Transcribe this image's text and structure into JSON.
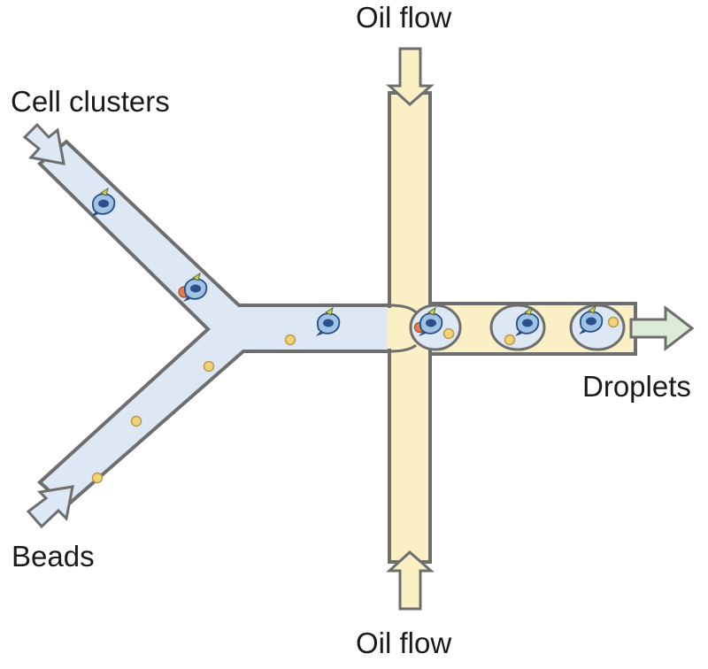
{
  "diagram": {
    "labels": {
      "oil_flow_top": "Oil flow",
      "cell_clusters": "Cell clusters",
      "droplets": "Droplets",
      "beads": "Beads",
      "oil_flow_bottom": "Oil flow"
    },
    "colors": {
      "aqueous_channel": "#dde8f4",
      "oil_channel": "#fbefc6",
      "channel_outline": "#6e6e6e",
      "output_arrow": "#dcecd6",
      "bead": "#f3d27a",
      "cell_body": "#9ec3e4",
      "cell_nucleus": "#2c4f8a",
      "cell_marker": "#e8794b",
      "cell_spike": "#c9cf5a"
    }
  }
}
